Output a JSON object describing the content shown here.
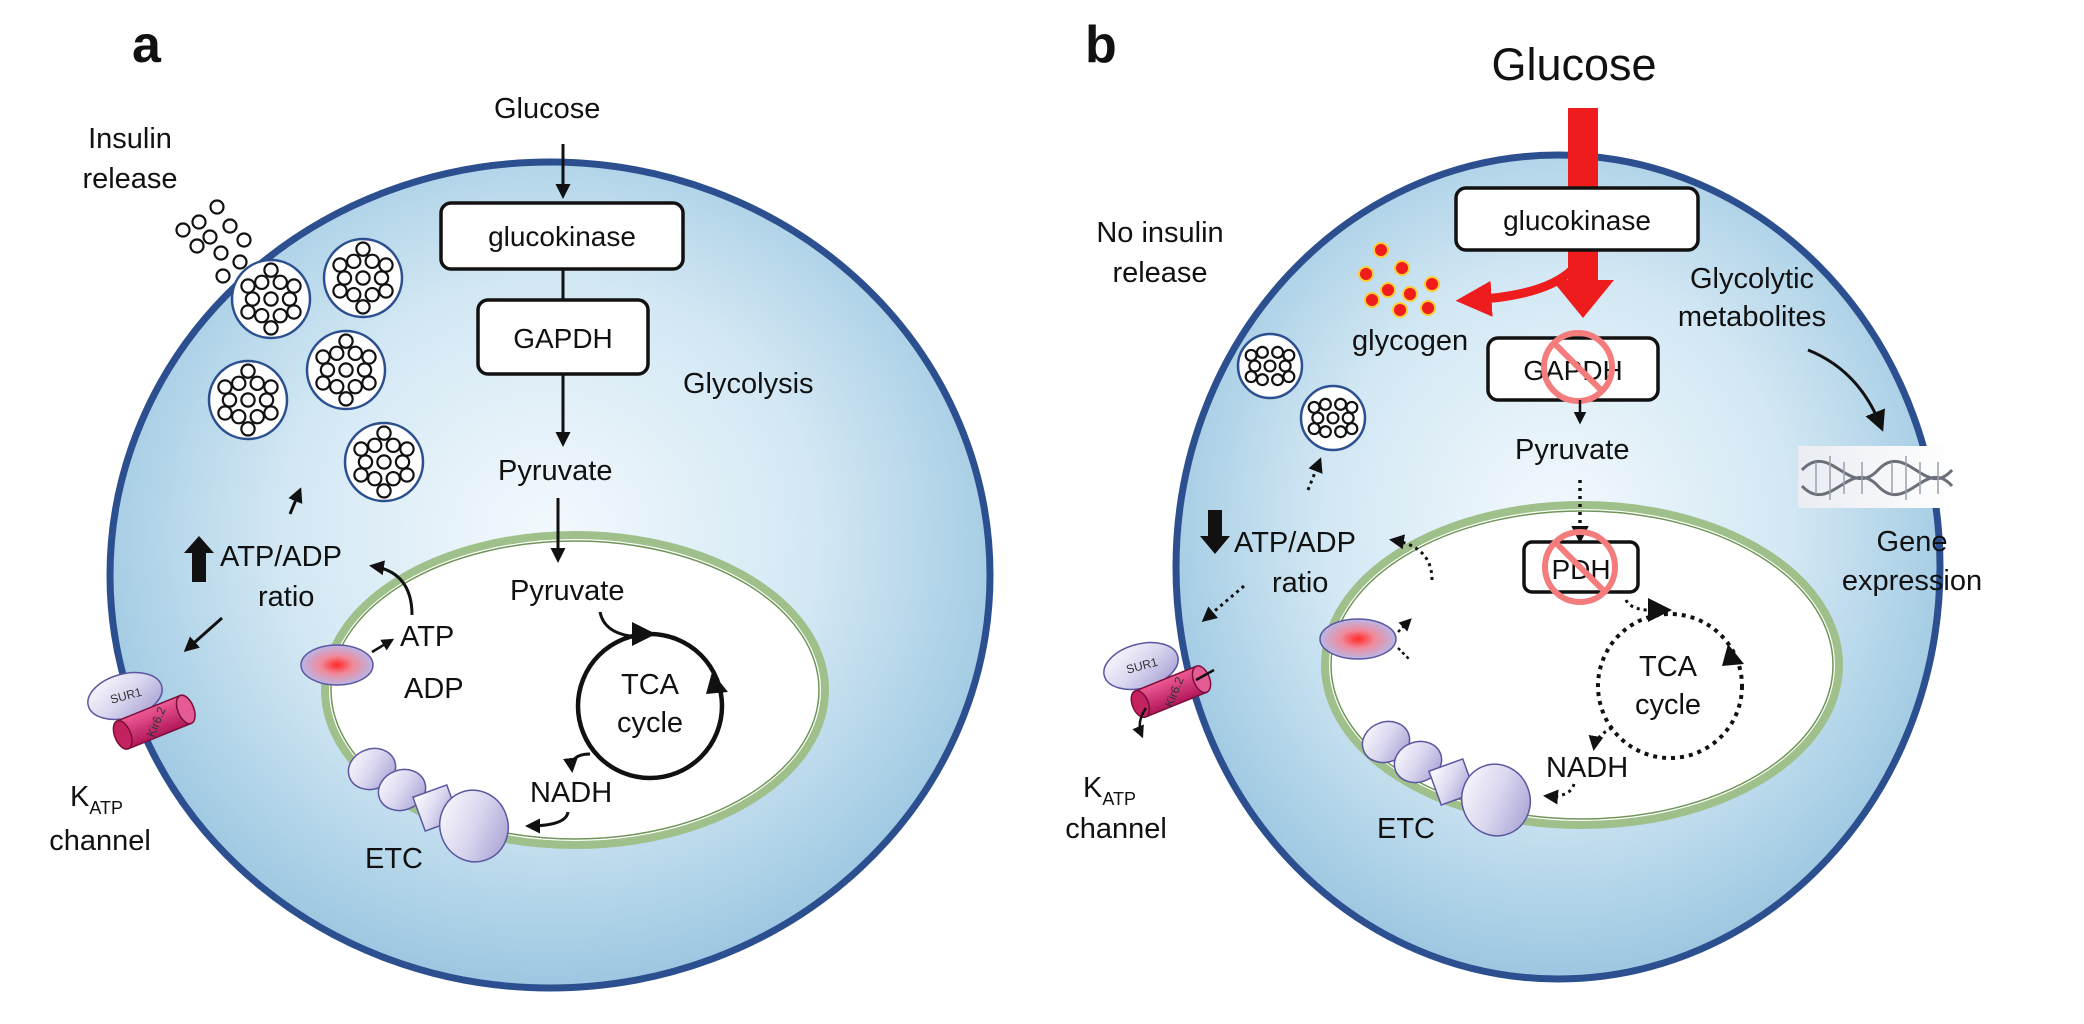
{
  "colors": {
    "cell_fill_center": "#eef6fb",
    "cell_fill_edge": "#a9cfe6",
    "cell_border": "#2b4f8f",
    "mito_border": "#9fc08a",
    "glucose_arrow_red": "#ee1c1c",
    "glycogen_red": "#ee1c1c",
    "prohibit_red": "#f47c7c",
    "katp_purple": "#c9c3e3",
    "kir_magenta": "#d62b72"
  },
  "panel_a": {
    "letter": "a",
    "glucose": "Glucose",
    "glucokinase": "glucokinase",
    "gapdh": "GAPDH",
    "glycolysis": "Glycolysis",
    "pyruvate_cyto": "Pyruvate",
    "pyruvate_mito": "Pyruvate",
    "tca_line1": "TCA",
    "tca_line2": "cycle",
    "nadh": "NADH",
    "atp": "ATP",
    "adp": "ADP",
    "etc": "ETC",
    "ratio_line1": "ATP/ADP",
    "ratio_line2": "ratio",
    "insulin_line1": "Insulin",
    "insulin_line2": "release",
    "katp_k": "K",
    "katp_sub": "ATP",
    "katp_channel": "channel",
    "sur1": "SUR1",
    "kir": "Kir6.2"
  },
  "panel_b": {
    "letter": "b",
    "glucose": "Glucose",
    "glucokinase": "glucokinase",
    "glycogen": "glycogen",
    "gapdh": "GAPDH",
    "pyruvate": "Pyruvate",
    "pdh": "PDH",
    "tca_line1": "TCA",
    "tca_line2": "cycle",
    "nadh": "NADH",
    "etc": "ETC",
    "ratio_line1": "ATP/ADP",
    "ratio_line2": "ratio",
    "no_insulin_line1": "No insulin",
    "no_insulin_line2": "release",
    "glycolytic_line1": "Glycolytic",
    "glycolytic_line2": "metabolites",
    "gene_line1": "Gene",
    "gene_line2": "expression",
    "katp_k": "K",
    "katp_sub": "ATP",
    "katp_channel": "channel",
    "sur1": "SUR1",
    "kir": "Kir6.2"
  }
}
